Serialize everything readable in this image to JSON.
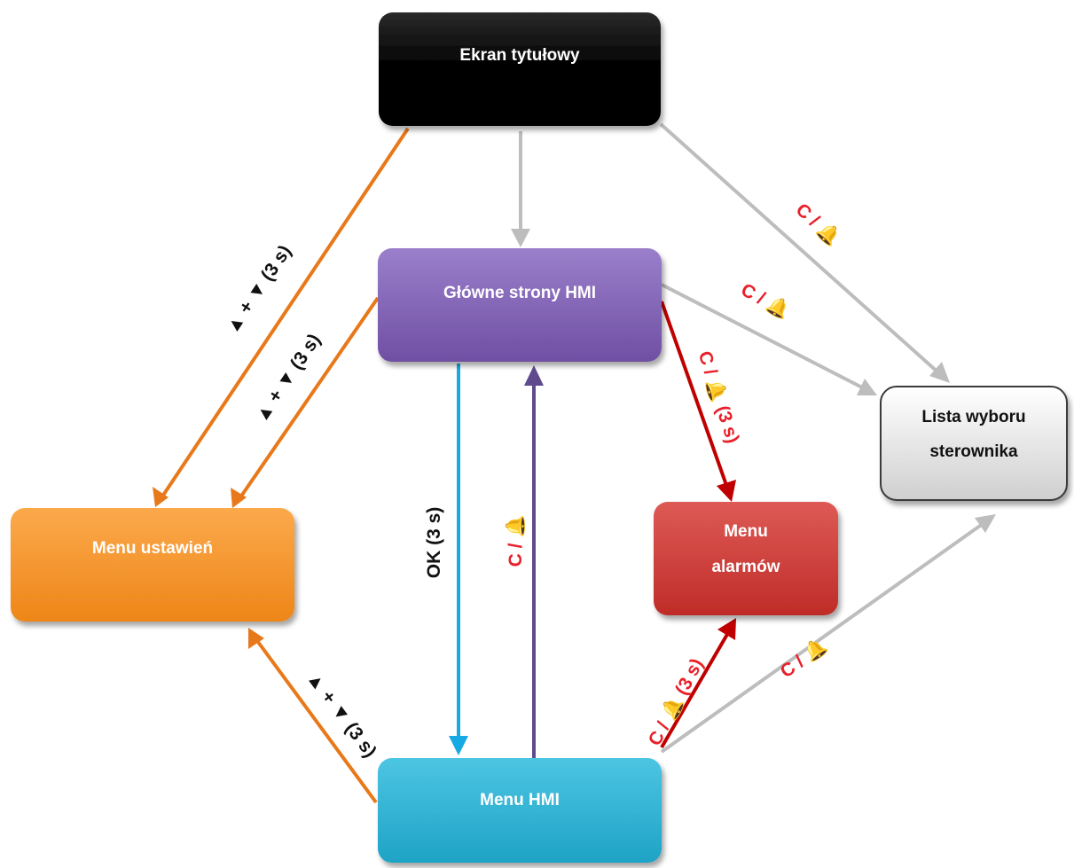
{
  "nodes": {
    "title_screen": {
      "label": "Ekran tytułowy",
      "fill": "#000000",
      "text_color": "#ffffff"
    },
    "main_pages": {
      "label": "Główne strony HMI",
      "fill": "#8060B2",
      "text_color": "#ffffff"
    },
    "controller_list": {
      "label_line1": "Lista wyboru",
      "label_line2": "sterownika",
      "fill": "#E6E6E6",
      "text_color": "#111111"
    },
    "settings_menu": {
      "label": "Menu ustawień",
      "fill": "#F7962F",
      "text_color": "#ffffff"
    },
    "alarm_menu": {
      "label_line1": "Menu",
      "label_line2": "alarmów",
      "fill": "#CF3A36",
      "text_color": "#ffffff"
    },
    "hmi_menu": {
      "label": "Menu HMI",
      "fill": "#2CB3D4",
      "text_color": "#ffffff"
    }
  },
  "edges": {
    "title_to_settings": {
      "label": "▲ + ▼ (3 s)",
      "color": "#E8791A"
    },
    "main_to_settings": {
      "label": "▲ + ▼ (3 s)",
      "color": "#E8791A"
    },
    "hmi_to_settings": {
      "label": "▲ + ▼ (3 s)",
      "color": "#E8791A"
    },
    "title_to_main": {
      "label": "",
      "color": "#BDBDBD"
    },
    "title_to_list": {
      "label": "C / 🔔",
      "color": "#BDBDBD"
    },
    "main_to_list": {
      "label": "C / 🔔",
      "color": "#BDBDBD"
    },
    "hmi_to_list": {
      "label": "C / 🔔",
      "color": "#BDBDBD"
    },
    "main_to_alarms": {
      "label": "C / 🔔 (3 s)",
      "color": "#C00000"
    },
    "hmi_to_alarms": {
      "label": "C / 🔔 (3 s)",
      "color": "#C00000"
    },
    "main_to_hmi": {
      "label": "OK (3 s)",
      "color": "#17A9E3"
    },
    "hmi_to_main": {
      "label": "C / 🔔",
      "color": "#604A8E"
    }
  },
  "label_colors": {
    "dark": "#111111",
    "red": "#E8202A"
  }
}
